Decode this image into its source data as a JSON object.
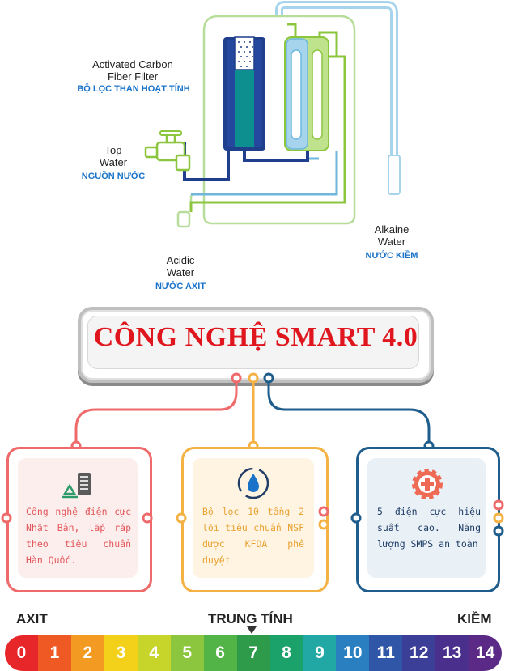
{
  "diagram": {
    "carbon_filter": {
      "en": "Activated Carbon\nFiber Filter",
      "vn": "BỘ LỌC THAN HOẠT TÍNH"
    },
    "top_water": {
      "en": "Top\nWater",
      "vn": "NGUỒN NƯỚC"
    },
    "acidic_water": {
      "en": "Acidic\nWater",
      "vn": "NƯỚC AXIT"
    },
    "alkaine_water": {
      "en": "Alkaine\nWater",
      "vn": "NƯỚC KIỀM"
    }
  },
  "title": "CÔNG NGHỆ SMART 4.0",
  "features": [
    {
      "icon": "recycle-document-icon",
      "text": "Công nghệ điện cực Nhật Bản, lắp ráp theo tiêu chuẩn Hàn Quốc.",
      "color": "#ef6a6a",
      "bg": "#fdeeee",
      "text_color": "#e2575a"
    },
    {
      "icon": "water-drop-cycle-icon",
      "text": "Bộ lọc 10 tầng 2 lõi tiêu chuẩn NSF được KFDA phê duyệt",
      "color": "#f5b244",
      "bg": "#fff4e2",
      "text_color": "#e8a12f"
    },
    {
      "icon": "medical-gear-icon",
      "text": "5 điện cực hiệu suất cao. Năng lượng SMPS an toàn",
      "color": "#1f5d8c",
      "bg": "#e9f0f6",
      "text_color": "#1f3d66"
    }
  ],
  "ph_scale": {
    "left_label": "AXIT",
    "middle_label": "TRUNG TÍNH",
    "right_label": "KIỀM",
    "values": [
      "0",
      "1",
      "2",
      "3",
      "4",
      "5",
      "6",
      "7",
      "8",
      "9",
      "10",
      "11",
      "12",
      "13",
      "14"
    ],
    "colors": [
      "#e7262a",
      "#ef5a24",
      "#f39a22",
      "#f3d11b",
      "#c7d42a",
      "#8cc63f",
      "#52b447",
      "#2e9b4a",
      "#1aa26a",
      "#21a8a5",
      "#2a7fc1",
      "#3057a7",
      "#3b3f98",
      "#4b2f8c",
      "#5b2a86"
    ]
  }
}
